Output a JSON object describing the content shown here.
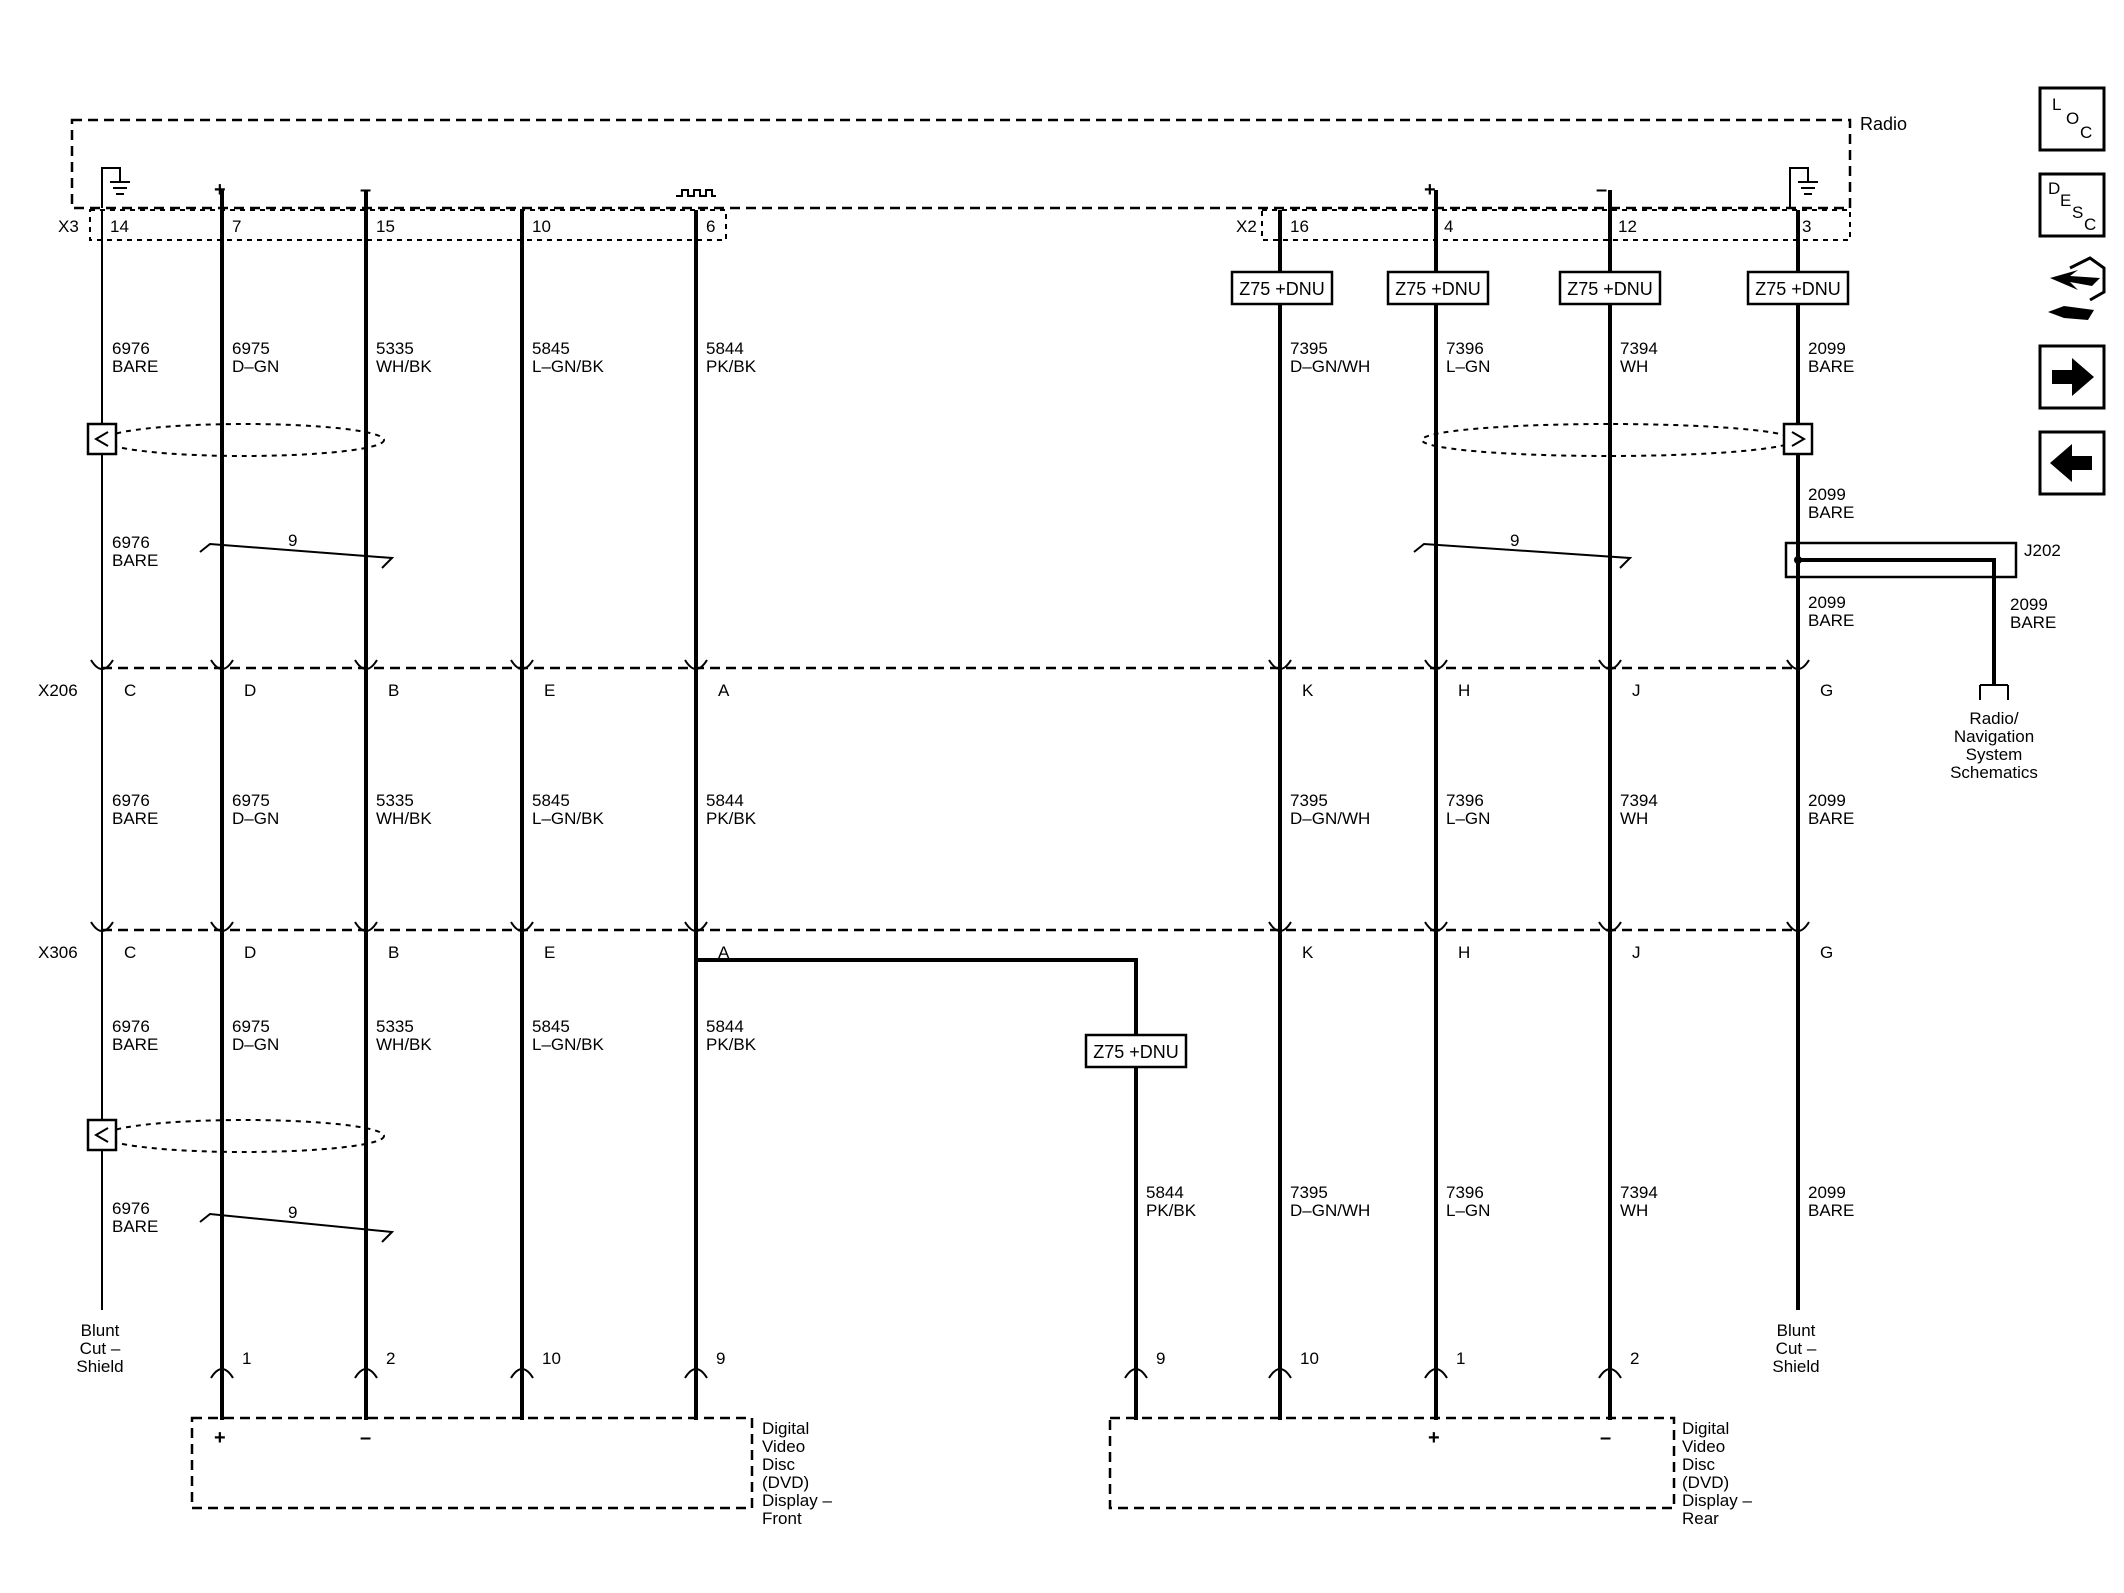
{
  "radio": {
    "label": "Radio",
    "x3": "X3",
    "x2": "X2",
    "x3_pins": [
      "14",
      "7",
      "15",
      "10",
      "6"
    ],
    "x2_pins": [
      "16",
      "4",
      "12",
      "3"
    ]
  },
  "options": {
    "z75": "Z75 +DNU"
  },
  "wires": {
    "c1": [
      "6976",
      "BARE"
    ],
    "c2": [
      "6975",
      "D–GN"
    ],
    "c3": [
      "5335",
      "WH/BK"
    ],
    "c4": [
      "5845",
      "L–GN/BK"
    ],
    "c5": [
      "5844",
      "PK/BK"
    ],
    "c6": [
      "7395",
      "D–GN/WH"
    ],
    "c7": [
      "7396",
      "L–GN"
    ],
    "c8": [
      "7394",
      "WH"
    ],
    "c9": [
      "2099",
      "BARE"
    ]
  },
  "twist": "9",
  "splice": {
    "name": "J202",
    "out": [
      "2099",
      "BARE"
    ],
    "ref": [
      "Radio/",
      "Navigation",
      "System",
      "Schematics"
    ]
  },
  "x206": {
    "name": "X206",
    "pins": [
      "C",
      "D",
      "B",
      "E",
      "A",
      "K",
      "H",
      "J",
      "G"
    ]
  },
  "x306": {
    "name": "X306",
    "pins": [
      "C",
      "D",
      "B",
      "E",
      "A",
      "K",
      "H",
      "J",
      "G"
    ]
  },
  "shield": [
    "Blunt",
    "Cut –",
    "Shield"
  ],
  "front_display": {
    "pins": [
      "1",
      "2",
      "10",
      "9"
    ],
    "label": [
      "Digital",
      "Video",
      "Disc",
      "(DVD)",
      "Display –",
      "Front"
    ]
  },
  "rear_display": {
    "pins": [
      "9",
      "10",
      "1",
      "2"
    ],
    "label": [
      "Digital",
      "Video",
      "Disc",
      "(DVD)",
      "Display –",
      "Rear"
    ]
  },
  "nav": {
    "loc": [
      "L",
      "O",
      "C"
    ],
    "desc": [
      "D",
      "E",
      "S",
      "C"
    ],
    "icons": [
      "component-view-icon",
      "next-page-icon",
      "previous-page-icon"
    ]
  }
}
